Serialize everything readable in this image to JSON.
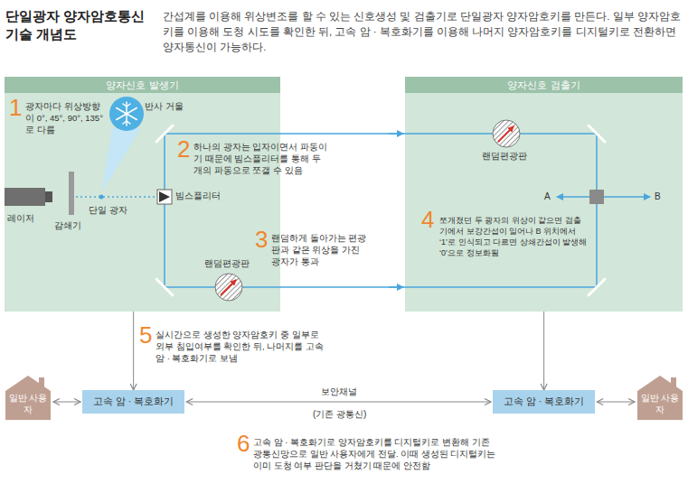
{
  "diagram": {
    "title": "단일광자 양자암호통신 기술 개념도",
    "nodes": [
      {
        "text": [
          "양자신호 발생기"
        ]
      },
      {
        "text": [
          "양자신호 검출기"
        ]
      },
      {
        "text": [
          "일반 사용자"
        ]
      },
      {
        "text": [
          "고속 암 · 복호화기"
        ]
      },
      {
        "text": [
          "고속 암 · 복호화기"
        ]
      },
      {
        "text": [
          "일반 사용자"
        ]
      }
    ],
    "edges": [
      {
        "from": 0,
        "to": 3,
        "arrow": "to"
      },
      {
        "from": 1,
        "to": 4,
        "arrow": "to"
      },
      {
        "from": 2,
        "to": 3,
        "arrow": "both"
      },
      {
        "from": 3,
        "to": 4,
        "label": "보안채널",
        "arrow": "both"
      },
      {
        "from": 4,
        "to": 5,
        "arrow": "both"
      }
    ],
    "labels": [
      "간섭계를 이용해 위상변조를 할 수 있는 신호생성 및 검출기로 단일광자 양자암호키를 만든다. 일부 양자암호키를 이용해 도청 시도를 확인한 뒤, 고속 암 · 복호화기를 이용해 나머지 양자암호키를 디지털키로 전환하면 양자통신이 가능하다.",
      "1",
      "광자마다 위상방향이 0°, 45°, 90°, 135°로 다름",
      "반사 거울",
      "2",
      "하나의 광자는 입자이면서 파동이기 때문에 빔스플리터를 통해 두 개의 파동으로 쪼갤 수 있음",
      "빔스플리터",
      "레이저",
      "감쇄기",
      "단일 광자",
      "랜덤편광판",
      "3",
      "랜덤하게 돌아가는 편광판과 같은 위상을 가진 광자가 통과",
      "랜덤편광판",
      "A",
      "B",
      "4",
      "쪼개졌던 두 광자의 위상이 같으면 검출기에서 보강간섭이 일어나 B 위치에서 ‘1’로 인식되고 다르면 상쇄간섭이 발생해 ‘0’으로 정보화됨",
      "5",
      "실시간으로 생성한 양자암호키 중 일부로 외부 침입여부를 확인한 뒤, 나머지를 고속 암 · 복호화기로 보냄",
      "(기존 광통신)",
      "6",
      "고속 암 · 복호화기로 양자암호키를 디지털키로 변환해 기존 광통신망으로 일반 사용자에게 전달. 이때 생성된 디지털키는 이미 도청 여부 판단을 거쳤기 때문에 안전함"
    ]
  }
}
